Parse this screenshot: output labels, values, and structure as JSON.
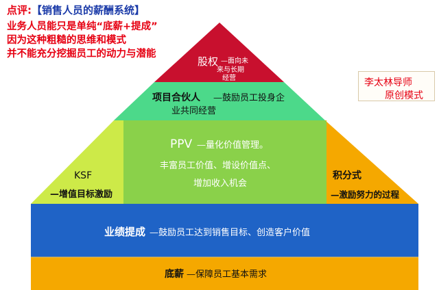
{
  "caption": {
    "prefix": "点评:",
    "bracket_open": "【",
    "title": "销售人员的薪酬系统",
    "bracket_close": "】",
    "lines": [
      "业务人员能只是单纯“底薪+提成”",
      "因为这种粗糙的思维和模式",
      "并不能充分挖掘员工的动力与潜能"
    ]
  },
  "badge": {
    "line1": "李太林导师",
    "line2": "原创模式"
  },
  "pyramid": {
    "equity": {
      "title": "股权",
      "desc": [
        "—面向未",
        "来与长期",
        "经营"
      ]
    },
    "partner": {
      "title": "项目合伙人",
      "desc1": "—鼓励员工投身企",
      "desc2": "业共同经营"
    },
    "ppv": {
      "title": "PPV",
      "desc": "—量化价值管理。",
      "line2": "丰富员工价值、增设价值点、",
      "line3": "增加收入机会"
    },
    "ksf": {
      "title": "KSF",
      "desc": "—增值目标激励"
    },
    "points": {
      "title": "积分式",
      "desc": "—激励努力的过程"
    },
    "commission": {
      "title": "业绩提成",
      "desc": "—鼓励员工达到销售目标、创造客户价值"
    },
    "base": {
      "title": "底薪",
      "desc": "—保障员工基本需求"
    }
  },
  "colors": {
    "equity": "#c8102e",
    "partner": "#4cd98a",
    "ppv": "#8ad14a",
    "ksf": "#cdea48",
    "points": "#f5a800",
    "commission": "#1f63c6",
    "base": "#f5a800",
    "caption_red": "#e60012",
    "caption_blue": "#1a3aa8"
  }
}
